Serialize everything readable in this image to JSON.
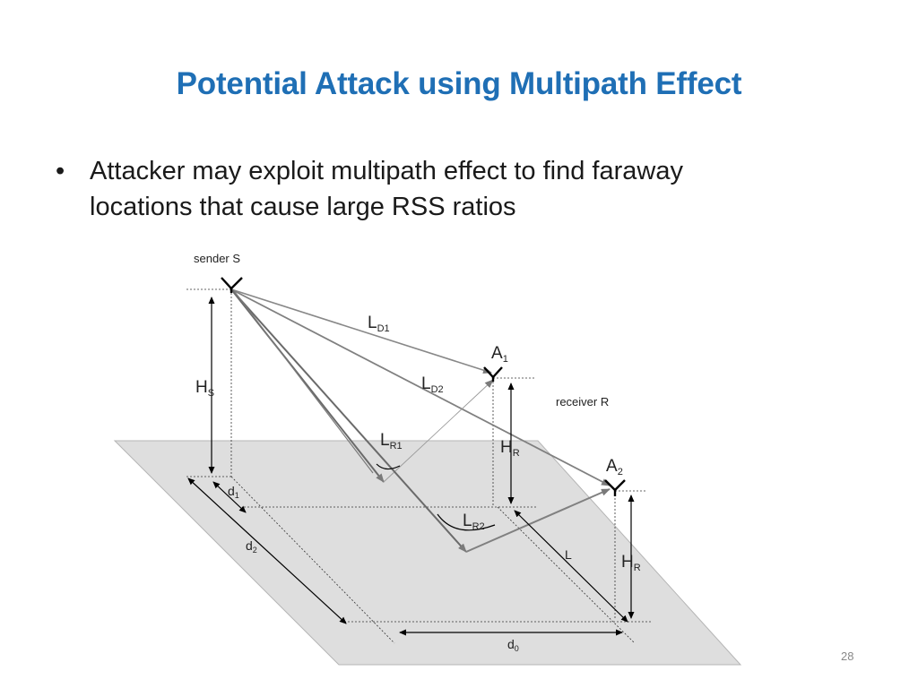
{
  "slide": {
    "title": "Potential Attack using Multipath Effect",
    "bullet_marker": "•",
    "bullet_lines": [
      "Attacker may exploit multipath effect to find faraway",
      "locations that cause large RSS ratios"
    ],
    "page_number": "28"
  },
  "diagram": {
    "labels": {
      "sender": "sender S",
      "receiver": "receiver R",
      "A1": {
        "main": "A",
        "sub": "1"
      },
      "A2": {
        "main": "A",
        "sub": "2"
      },
      "LD1": {
        "main": "L",
        "sub": "D1"
      },
      "LD2": {
        "main": "L",
        "sub": "D2"
      },
      "LR1": {
        "main": "L",
        "sub": "R1"
      },
      "LR2": {
        "main": "L",
        "sub": "R2"
      },
      "HS": {
        "main": "H",
        "sub": "S"
      },
      "HR1": {
        "main": "H",
        "sub": "R"
      },
      "HR2": {
        "main": "H",
        "sub": "R"
      },
      "d1": {
        "main": "d",
        "sub": "1"
      },
      "d2": {
        "main": "d",
        "sub": "2"
      },
      "d0": {
        "main": "d",
        "sub": "0"
      },
      "L": "L"
    },
    "colors": {
      "ground": "#dedede",
      "ray": "#808080",
      "line": "#000000",
      "title": "#1f6fb5"
    }
  }
}
